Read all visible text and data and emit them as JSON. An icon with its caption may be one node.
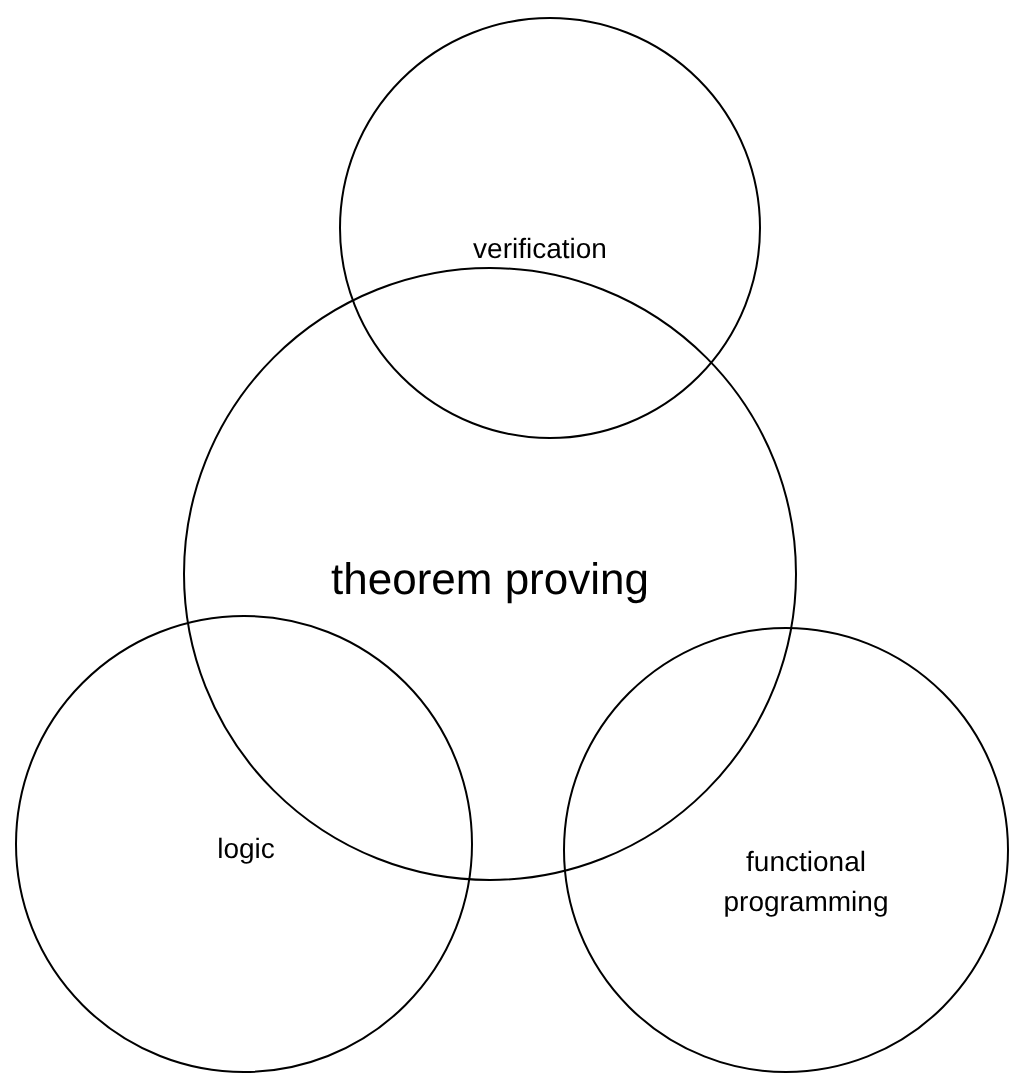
{
  "diagram": {
    "nodes": [
      {
        "text": [
          "verification"
        ]
      },
      {
        "text": [
          "theorem proving"
        ]
      },
      {
        "text": [
          "logic"
        ]
      },
      {
        "text": [
          "functional programming"
        ]
      }
    ]
  }
}
